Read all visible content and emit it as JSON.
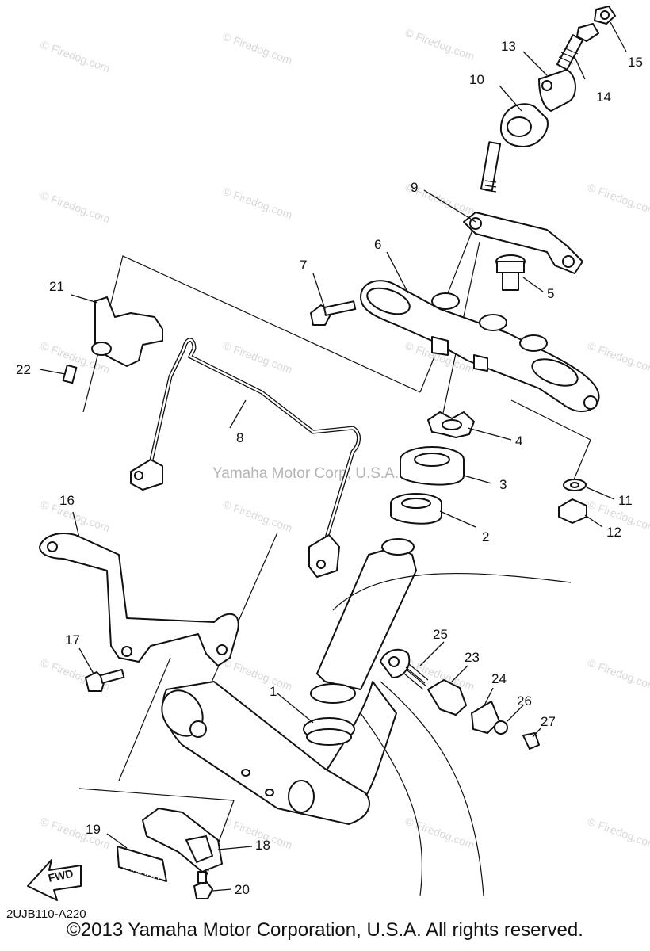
{
  "watermark": "© Firedog.com",
  "center_watermark": "Yamaha Motor Corp, U.S.A.",
  "diagram_code": "2UJB110-A220",
  "copyright": "©2013 Yamaha Motor Corporation, U.S.A. All rights reserved.",
  "fwd_label": "FWD",
  "yamaha_label": "YAMAHA",
  "callouts": [
    "1",
    "2",
    "3",
    "4",
    "5",
    "6",
    "7",
    "8",
    "9",
    "10",
    "11",
    "12",
    "13",
    "14",
    "15",
    "16",
    "17",
    "18",
    "19",
    "20",
    "21",
    "22",
    "23",
    "24",
    "25",
    "26",
    "27"
  ]
}
